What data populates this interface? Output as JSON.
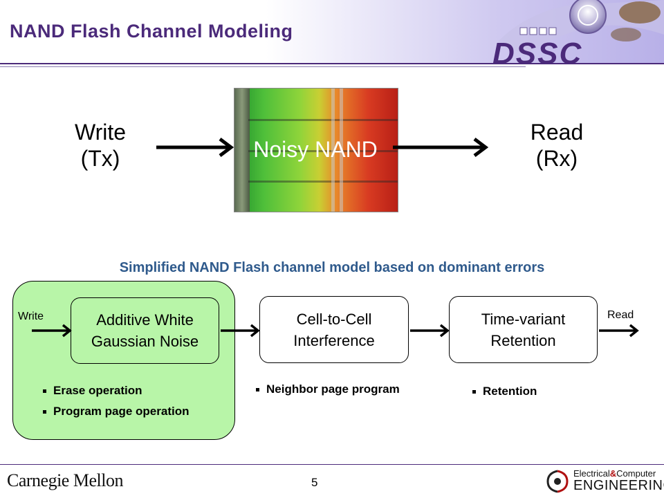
{
  "header": {
    "title": "NAND Flash Channel Modeling",
    "logo_text": "DSSC"
  },
  "top_diagram": {
    "write_label_line1": "Write",
    "write_label_line2": "(Tx)",
    "nand_label": "Noisy NAND",
    "read_label_line1": "Read",
    "read_label_line2": "(Rx)"
  },
  "model": {
    "subtitle": "Simplified NAND Flash channel model based on dominant errors",
    "write_label": "Write",
    "read_label": "Read",
    "stages": [
      {
        "line1": "Additive White",
        "line2": "Gaussian Noise",
        "bullets": [
          "Erase operation",
          "Program page operation"
        ]
      },
      {
        "line1": "Cell-to-Cell",
        "line2": "Interference",
        "bullets": [
          "Neighbor page program"
        ]
      },
      {
        "line1": "Time-variant",
        "line2": "Retention",
        "bullets": [
          "Retention"
        ]
      }
    ]
  },
  "footer": {
    "university": "Carnegie Mellon",
    "page_number": "5",
    "dept_line1_a": "Electrical",
    "dept_line1_amp": "&",
    "dept_line1_b": "Computer",
    "dept_line2": "ENGINEERING"
  },
  "colors": {
    "title": "#4b2a7a",
    "subtitle": "#2f5a8c",
    "green_panel": "#b8f5a8"
  }
}
